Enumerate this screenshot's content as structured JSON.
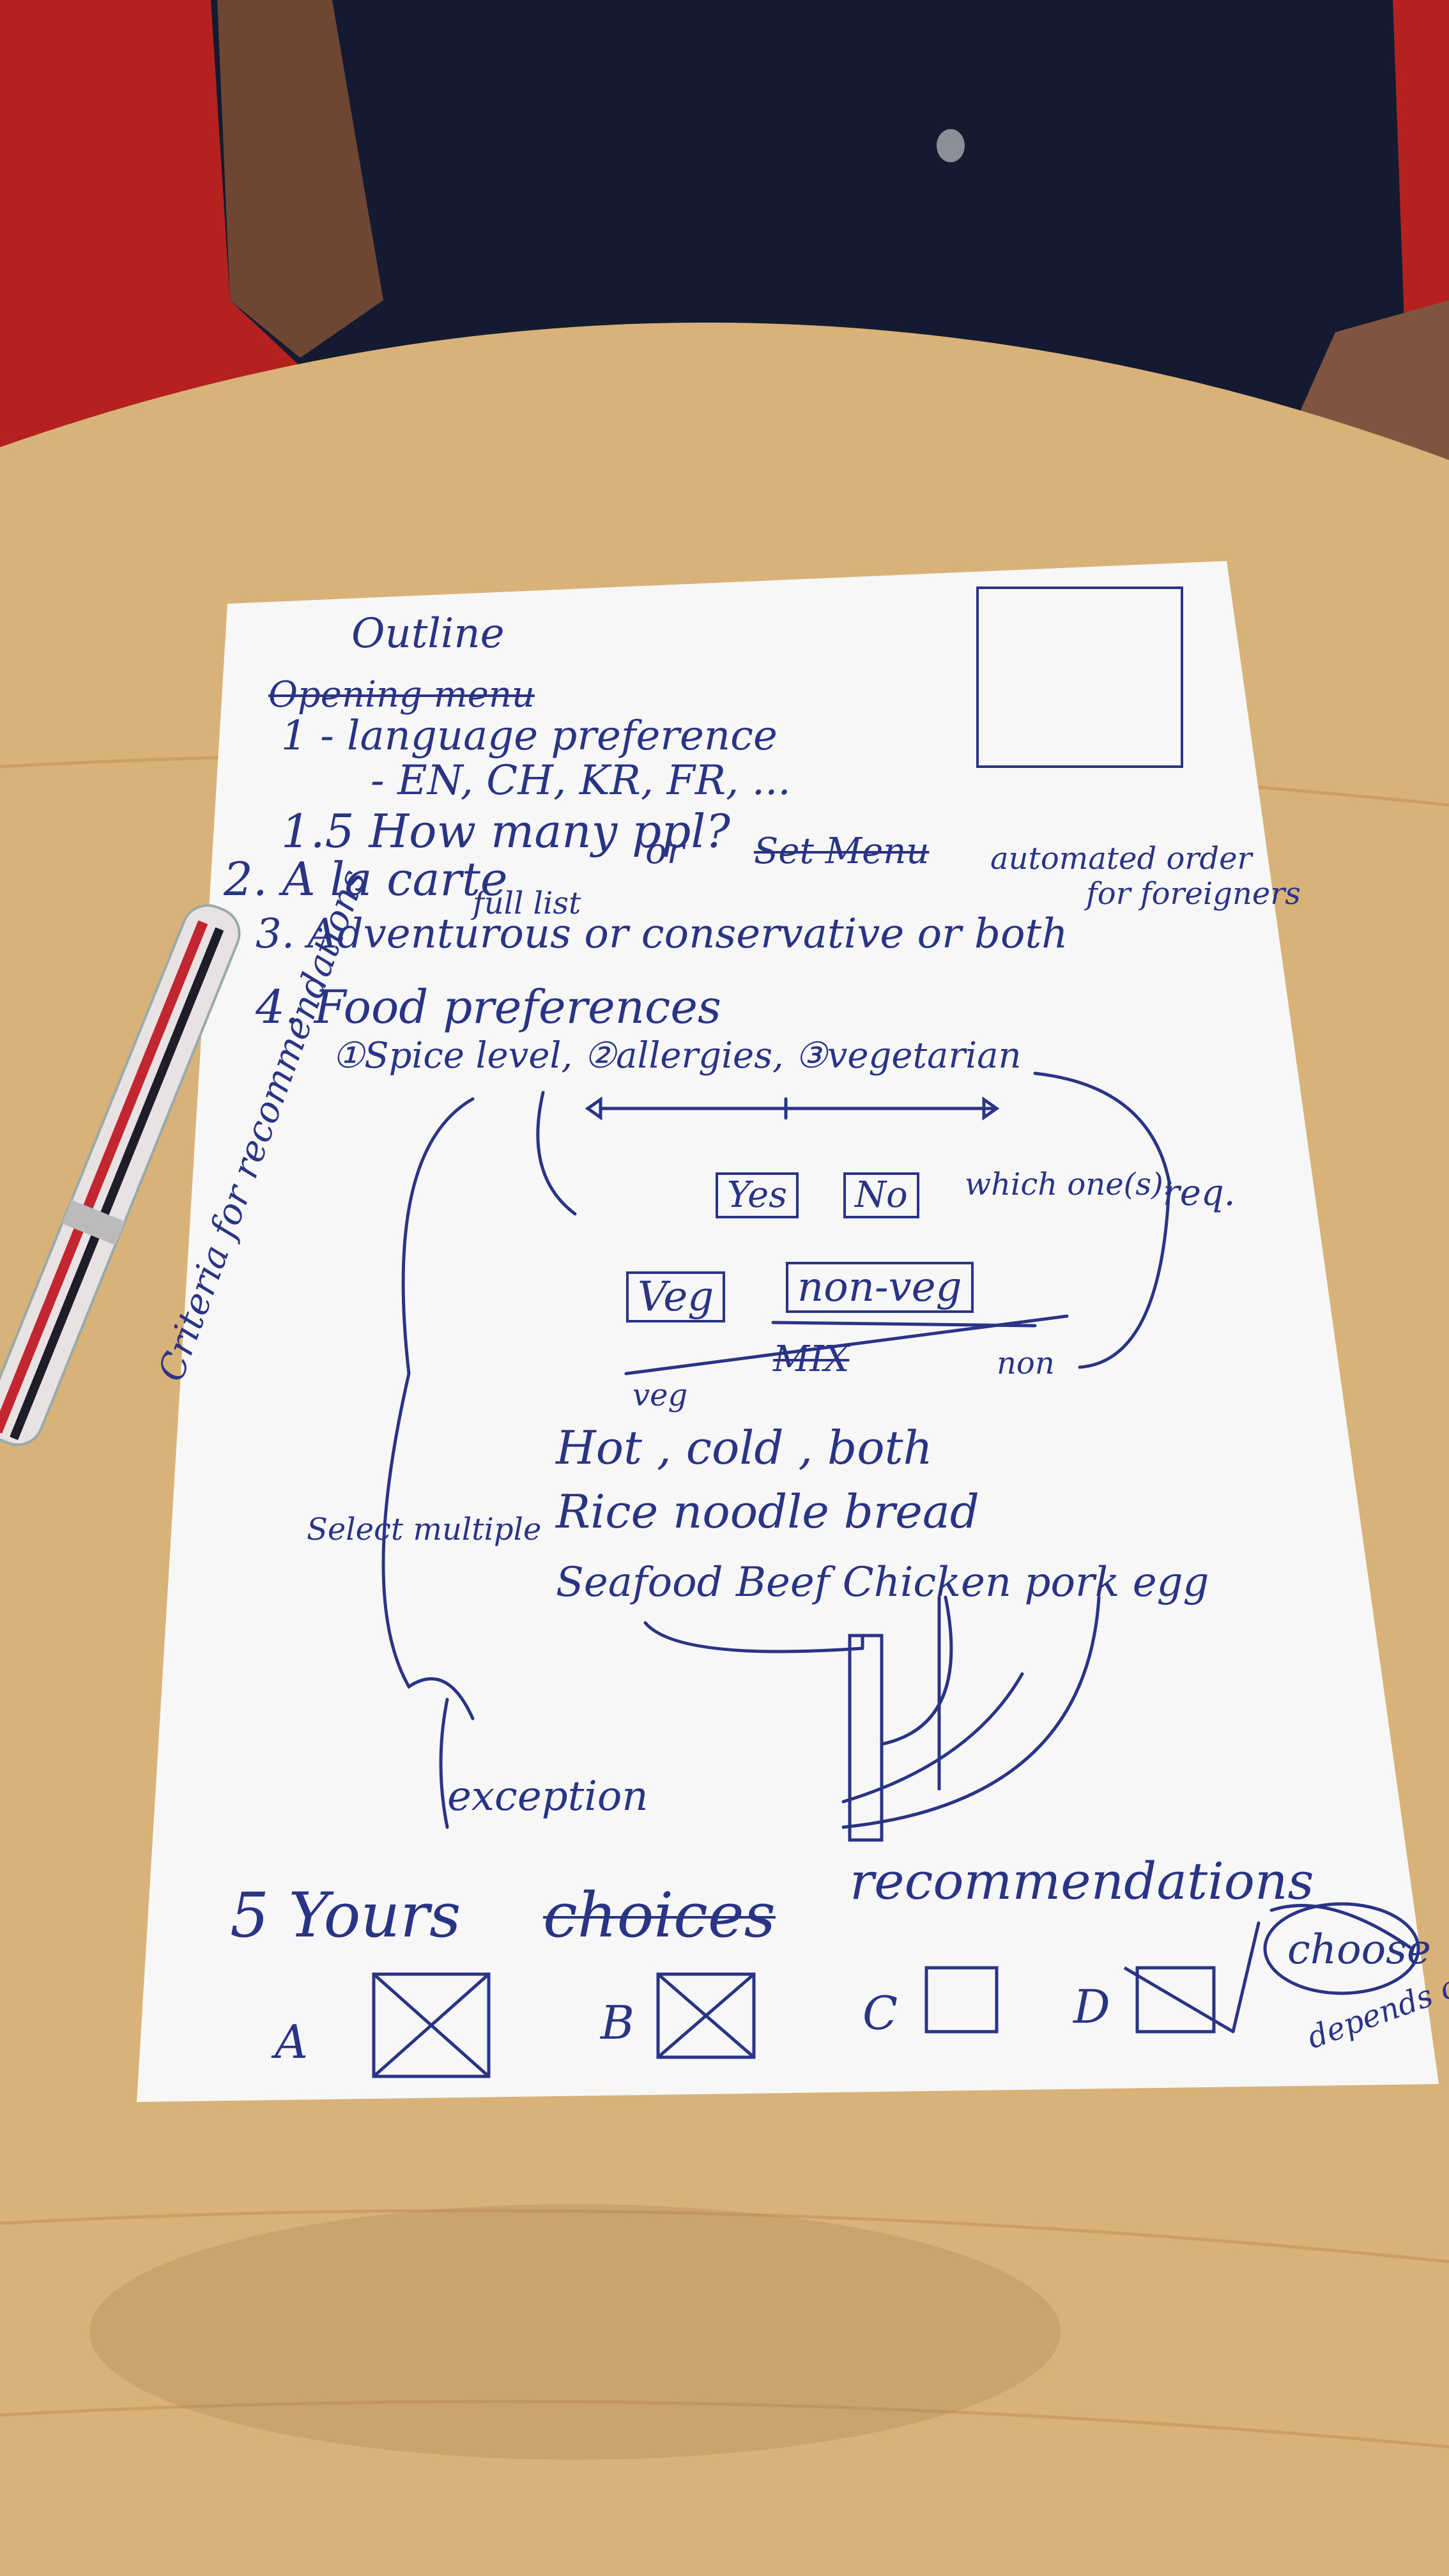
{
  "colors": {
    "wall_red": "#b4211f",
    "shirt_navy": "#141a30",
    "table_wood": "#d9b27a",
    "paper": "#f7f7f8",
    "ink_blue": "#2a3485",
    "pen_red": "#c22630"
  },
  "note": {
    "title": "Outline",
    "opening_menu": "Opening menu",
    "item1": "1 - language preference",
    "item1_options": "- EN, CH, KR, FR, ...",
    "item1_5": "1.5 How many ppl?",
    "item2": "2. A la carte",
    "item2_or": "or",
    "item2_set_menu": "Set Menu",
    "item2_automated": "automated order",
    "item2_full_list": "full list",
    "item2_foreigners": "for foreigners",
    "item3": "3. Adventurous or conservative or both",
    "item4": "4. Food preferences",
    "item4_sub": "①Spice level, ②allergies, ③vegetarian",
    "row2_yes": "Yes",
    "row2_no": "No",
    "row2_which": "which one(s):",
    "row2_req": "req.",
    "row3_veg": "Veg",
    "row3_nonveg": "non-veg",
    "row3_mix": "MIX",
    "row3_veg_end": "veg",
    "row3_non_end": "non",
    "side_criteria": "Criteria for recommendations",
    "select_multiple": "Select multiple",
    "row4": "Hot , cold , both",
    "row5": "Rice noodle bread",
    "row6": "Seafood Beef Chicken pork egg",
    "exception": "exception",
    "item5_prefix": "5 Yours",
    "item5_choices": "choices",
    "item5_recommendations": "recommendations",
    "choice_a": "A",
    "choice_b": "B",
    "choice_c": "C",
    "choice_d": "D",
    "choose": "choose",
    "depend": "depends on"
  }
}
